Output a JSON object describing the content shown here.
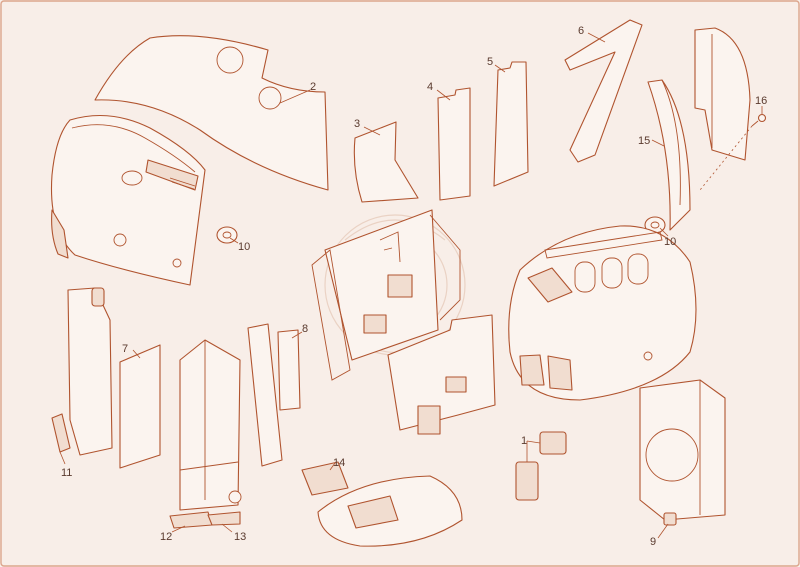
{
  "diagram": {
    "type": "exploded-parts-diagram",
    "colors": {
      "background": "#f8eee8",
      "line": "#b0542f",
      "text": "#5a3a2e",
      "border": "#dca58c"
    },
    "callouts": [
      {
        "id": "c1",
        "label": "1"
      },
      {
        "id": "c2",
        "label": "2"
      },
      {
        "id": "c3",
        "label": "3"
      },
      {
        "id": "c4",
        "label": "4"
      },
      {
        "id": "c5",
        "label": "5"
      },
      {
        "id": "c6",
        "label": "6"
      },
      {
        "id": "c7",
        "label": "7"
      },
      {
        "id": "c8",
        "label": "8"
      },
      {
        "id": "c9",
        "label": "9"
      },
      {
        "id": "c10a",
        "label": "10"
      },
      {
        "id": "c10b",
        "label": "10"
      },
      {
        "id": "c11",
        "label": "11"
      },
      {
        "id": "c12",
        "label": "12"
      },
      {
        "id": "c13",
        "label": "13"
      },
      {
        "id": "c14",
        "label": "14"
      },
      {
        "id": "c15",
        "label": "15"
      },
      {
        "id": "c16",
        "label": "16"
      }
    ]
  }
}
